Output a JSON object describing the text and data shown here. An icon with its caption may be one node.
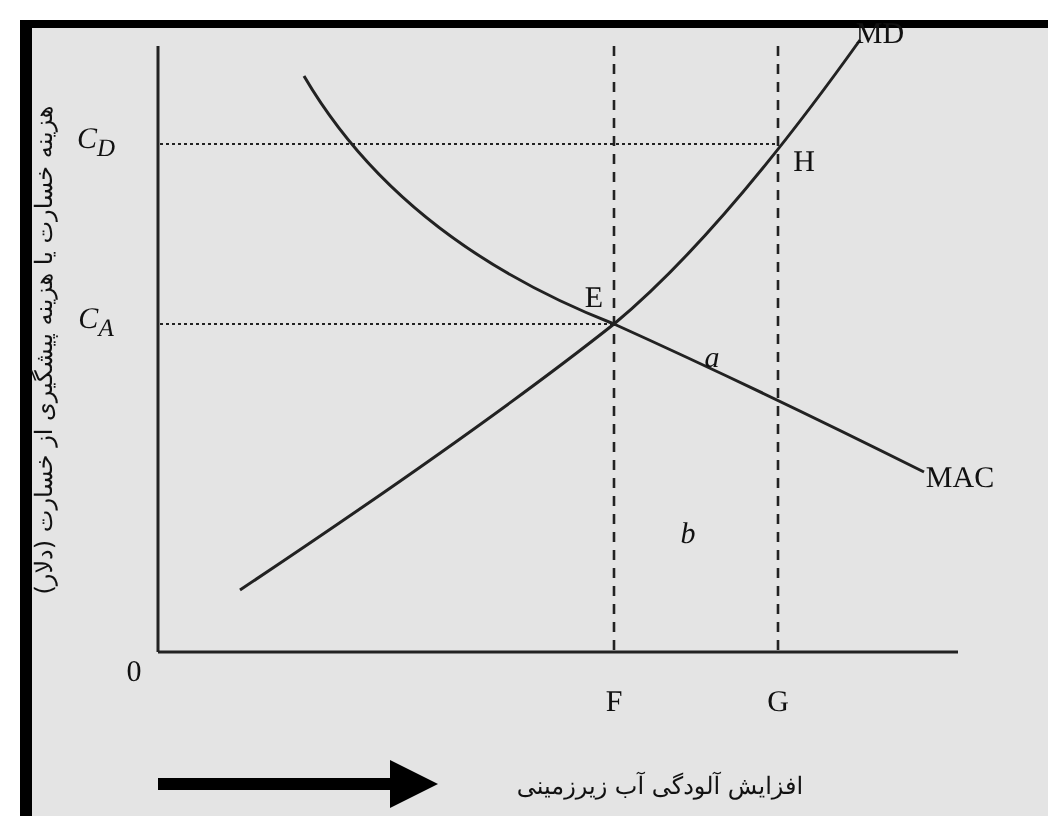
{
  "diagram": {
    "labels": [
      "هزینه خسارت یا هزینه پیشگیری از خسارت (دلار)",
      "MD",
      "C$_{D}$",
      "H",
      "C$_{A}$",
      "E",
      "a",
      "MAC",
      "b",
      "0",
      "F",
      "G",
      "افزایش آلودگی آب زیرزمینی"
    ]
  }
}
